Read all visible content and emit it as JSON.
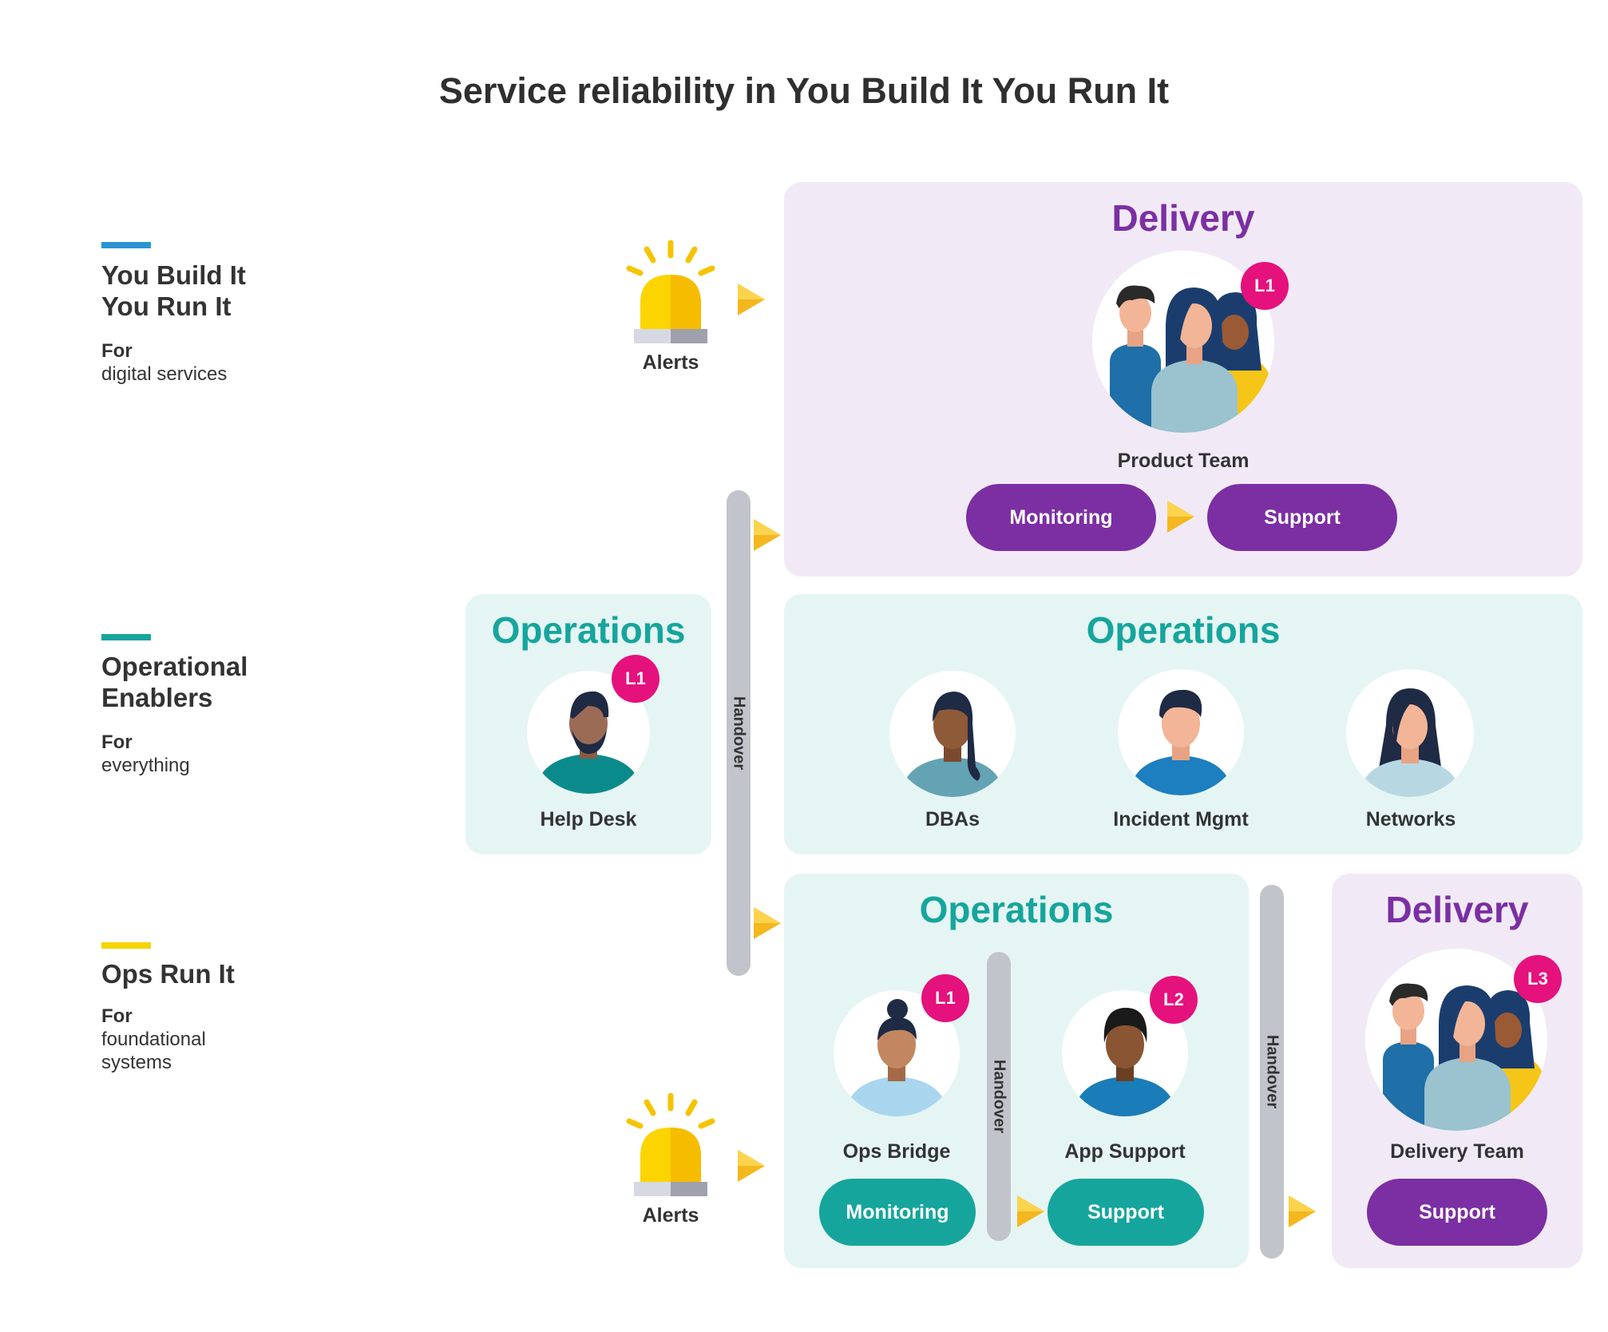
{
  "title": "Service reliability in You Build It You Run It",
  "legend": [
    {
      "heading_line1": "You Build It",
      "heading_line2": "You Run It",
      "for": "For",
      "desc": "digital services",
      "color": "#2b94d4"
    },
    {
      "heading_line1": "Operational",
      "heading_line2": "Enablers",
      "for": "For",
      "desc": "everything",
      "color": "#16a59c"
    },
    {
      "heading_line1": "Ops Run It",
      "heading_line2": "",
      "for": "For",
      "desc": "foundational systems",
      "color": "#f5d300"
    }
  ],
  "alerts_top": {
    "label": "Alerts",
    "icon": "siren-icon"
  },
  "alerts_bottom": {
    "label": "Alerts",
    "icon": "siren-icon"
  },
  "delivery_top": {
    "title": "Delivery",
    "team": {
      "label": "Product Team",
      "level": "L1"
    },
    "monitoring": "Monitoring",
    "support": "Support"
  },
  "help_desk": {
    "title": "Operations",
    "label": "Help Desk",
    "level": "L1"
  },
  "operations_mid": {
    "title": "Operations",
    "people": [
      {
        "label": "DBAs"
      },
      {
        "label": "Incident Mgmt"
      },
      {
        "label": "Networks"
      }
    ]
  },
  "operations_bottom": {
    "title": "Operations",
    "ops_bridge": {
      "label": "Ops Bridge",
      "level": "L1",
      "button": "Monitoring"
    },
    "app_support": {
      "label": "App Support",
      "level": "L2",
      "button": "Support"
    }
  },
  "delivery_bottom": {
    "title": "Delivery",
    "team": {
      "label": "Delivery Team",
      "level": "L3"
    },
    "support": "Support"
  },
  "handover": {
    "main": "Handover",
    "inner": "Handover",
    "right": "Handover"
  },
  "colors": {
    "purple": "#7b2fa3",
    "teal": "#16a59c",
    "badge": "#e5117d",
    "arrow": "#f4b71e"
  }
}
